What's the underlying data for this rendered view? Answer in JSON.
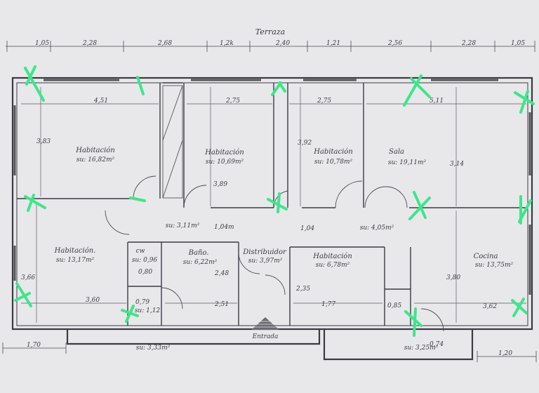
{
  "title": "Terraza",
  "entrance_label": "Entrada",
  "marker_color": "#3ee68a",
  "top_dimensions": [
    "1,05",
    "2,28",
    "2,68",
    "1,2k",
    "2,40",
    "1,21",
    "2,56",
    "2,28",
    "1,05"
  ],
  "bottom_dimensions": [
    "1,70",
    "1,20"
  ],
  "rooms": [
    {
      "name": "Habitación",
      "area": "su: 16,82m²"
    },
    {
      "name": "Habitación",
      "area": "su: 10,69m²"
    },
    {
      "name": "Habitación",
      "area": "su: 10,78m²"
    },
    {
      "name": "Sala",
      "area": "su: 19,11m²"
    },
    {
      "name": "Habitación.",
      "area": "su: 13,17m²"
    },
    {
      "name": "cw",
      "area": "su: 0,96"
    },
    {
      "name": "Baño.",
      "area": "su: 6,22m²"
    },
    {
      "name": "Distribuidor",
      "area": "su: 3,97m²"
    },
    {
      "name": "Habitación",
      "area": "su: 6,78m²"
    },
    {
      "name": "Cocina",
      "area": "su: 13,75m²"
    }
  ],
  "other_areas": [
    "su: 3,11m²",
    "su: 4,05m²",
    "su: 3,33m²",
    "su: 3,25m²",
    "su: 1,12"
  ],
  "inner_dimensions": [
    "4,51",
    "2,75",
    "2,75",
    "5,11",
    "3,83",
    "3,89",
    "3,92",
    "3,14",
    "1,04m",
    "1,04",
    "3,66",
    "3,60",
    "3,80",
    "3,62",
    "2,48",
    "2,51",
    "0,80",
    "0,79",
    "2,35",
    "1,77",
    "0,85",
    "0,74"
  ]
}
